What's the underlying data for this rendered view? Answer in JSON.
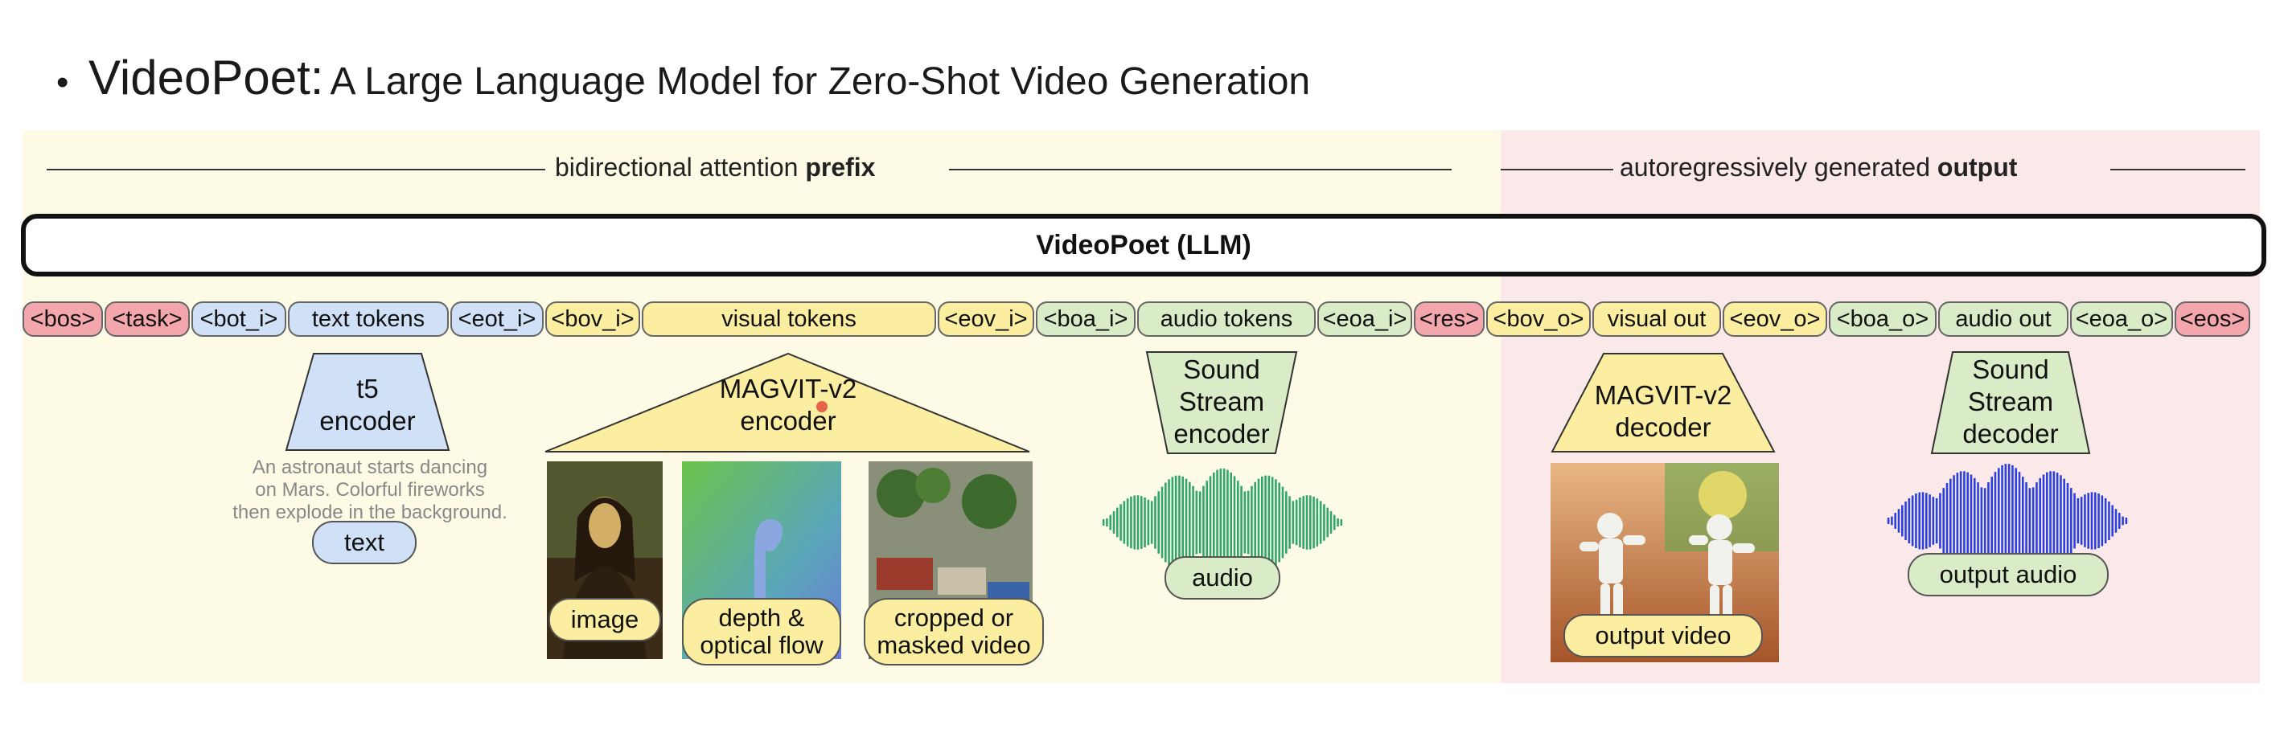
{
  "title": {
    "bullet": "•",
    "main": "VideoPoet:",
    "sub": "A Large Language Model for Zero-Shot Video Generation"
  },
  "sections": {
    "prefix_label": "bidirectional attention",
    "prefix_bold": "prefix",
    "output_label": "autoregressively generated",
    "output_bold": "output"
  },
  "llm_label": "VideoPoet  (LLM)",
  "tokens": [
    {
      "label": "<bos>",
      "kind": "pink"
    },
    {
      "label": "<task>",
      "kind": "pink"
    },
    {
      "label": "<bot_i>",
      "kind": "blue"
    },
    {
      "label": "text tokens",
      "kind": "blue"
    },
    {
      "label": "<eot_i>",
      "kind": "blue"
    },
    {
      "label": "<bov_i>",
      "kind": "yellow"
    },
    {
      "label": "visual tokens",
      "kind": "yellow"
    },
    {
      "label": "<eov_i>",
      "kind": "yellow"
    },
    {
      "label": "<boa_i>",
      "kind": "green"
    },
    {
      "label": "audio tokens",
      "kind": "green"
    },
    {
      "label": "<eoa_i>",
      "kind": "green"
    },
    {
      "label": "<res>",
      "kind": "pink"
    },
    {
      "label": "<bov_o>",
      "kind": "yellow"
    },
    {
      "label": "visual out",
      "kind": "yellow"
    },
    {
      "label": "<eov_o>",
      "kind": "yellow"
    },
    {
      "label": "<boa_o>",
      "kind": "green"
    },
    {
      "label": "audio out",
      "kind": "green"
    },
    {
      "label": "<eoa_o>",
      "kind": "green"
    },
    {
      "label": "<eos>",
      "kind": "pink"
    }
  ],
  "encoders": {
    "t5": {
      "line1": "t5",
      "line2": "encoder"
    },
    "magvit_enc": {
      "line1": "MAGVIT-v2",
      "line2": "encoder"
    },
    "sound_enc": {
      "line1": "Sound",
      "line2": "Stream",
      "line3": "encoder"
    },
    "magvit_dec": {
      "line1": "MAGVIT-v2",
      "line2": "decoder"
    },
    "sound_dec": {
      "line1": "Sound",
      "line2": "Stream",
      "line3": "decoder"
    }
  },
  "text_prompt": {
    "line1": "An astronaut starts dancing",
    "line2": "on Mars. Colorful fireworks",
    "line3": "then explode in the background."
  },
  "pills": {
    "text": "text",
    "image": "image",
    "depth_line1": "depth &",
    "depth_line2": "optical flow",
    "cropped_line1": "cropped or",
    "cropped_line2": "masked video",
    "audio": "audio",
    "output_video": "output video",
    "output_audio": "output audio"
  },
  "colors": {
    "pink": "#f4a6ad",
    "blue": "#cfe0f7",
    "yellow": "#fbeea0",
    "green": "#d9ecc7",
    "audio_wave": "#2fa66a",
    "output_wave": "#2a3fe0",
    "prefix_bg": "#fdfbe6",
    "output_bg": "#fbe9e9"
  }
}
